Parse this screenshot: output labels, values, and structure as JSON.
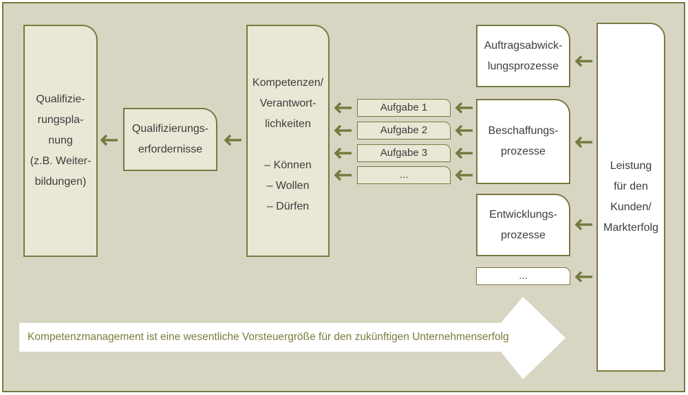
{
  "colors": {
    "frame_bg": "#d8d6c3",
    "frame_border": "#77783f",
    "box_beige": "#e9e8d6",
    "arrow": "#77783f",
    "banner_text": "#7d7a3c",
    "text": "#3c3c3c"
  },
  "qualifizierungsplanung": {
    "lines": [
      "Qualifizie-",
      "rungspla-",
      "nung",
      "(z.B. Weiter-",
      "bildungen)"
    ]
  },
  "qualifizierungserfordernisse": {
    "lines": [
      "Qualifizierungs-",
      "erfordernisse"
    ]
  },
  "kompetenzen": {
    "lines": [
      "Kompetenzen/",
      "Verantwort-",
      "lichkeiten"
    ],
    "items": [
      "– Können",
      "– Wollen",
      "– Dürfen"
    ]
  },
  "aufgaben": [
    "Aufgabe 1",
    "Aufgabe 2",
    "Aufgabe 3",
    "..."
  ],
  "prozesse": {
    "auftrag": [
      "Auftragsabwick-",
      "lungsprozesse"
    ],
    "beschaffung": [
      "Beschaffungs-",
      "prozesse"
    ],
    "entwicklung": [
      "Entwicklungs-",
      "prozesse"
    ],
    "weitere": "..."
  },
  "leistung": {
    "lines": [
      "Leistung",
      "für den",
      "Kunden/",
      "Markterfolg"
    ]
  },
  "banner": {
    "text": "Kompetenzmanagement ist eine wesentliche Vorsteuergröße für den zukünftigen Unternehmenserfolg"
  }
}
